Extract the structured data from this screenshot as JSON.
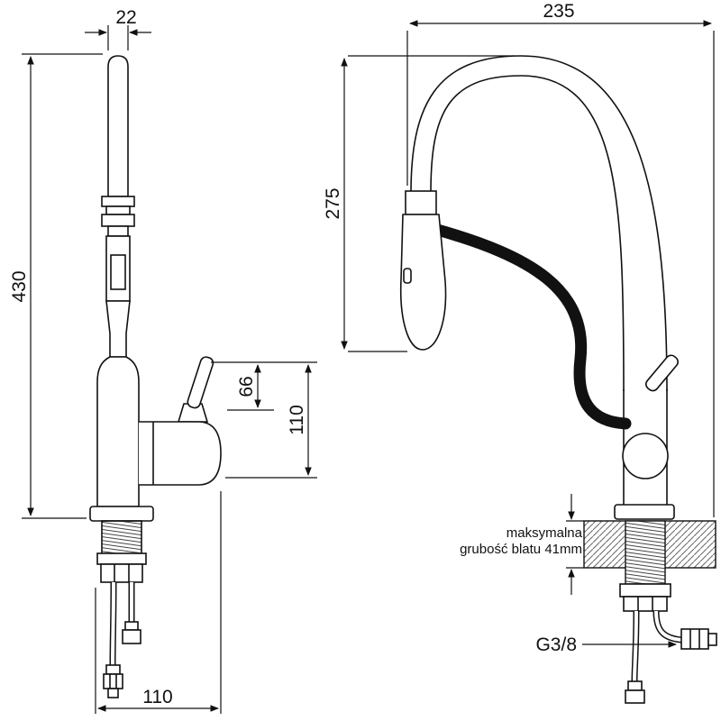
{
  "drawing": {
    "left_view": {
      "top_width": "22",
      "total_height": "430",
      "handle_height": "66",
      "spout_height": "110",
      "spout_reach": "110"
    },
    "right_view": {
      "spout_reach": "235",
      "spout_height": "275",
      "countertop_note_line1": "maksymalna",
      "countertop_note_line2": "grubość blatu 41mm",
      "thread_size": "G3/8"
    },
    "colors": {
      "line": "#111111",
      "background": "#ffffff"
    }
  }
}
